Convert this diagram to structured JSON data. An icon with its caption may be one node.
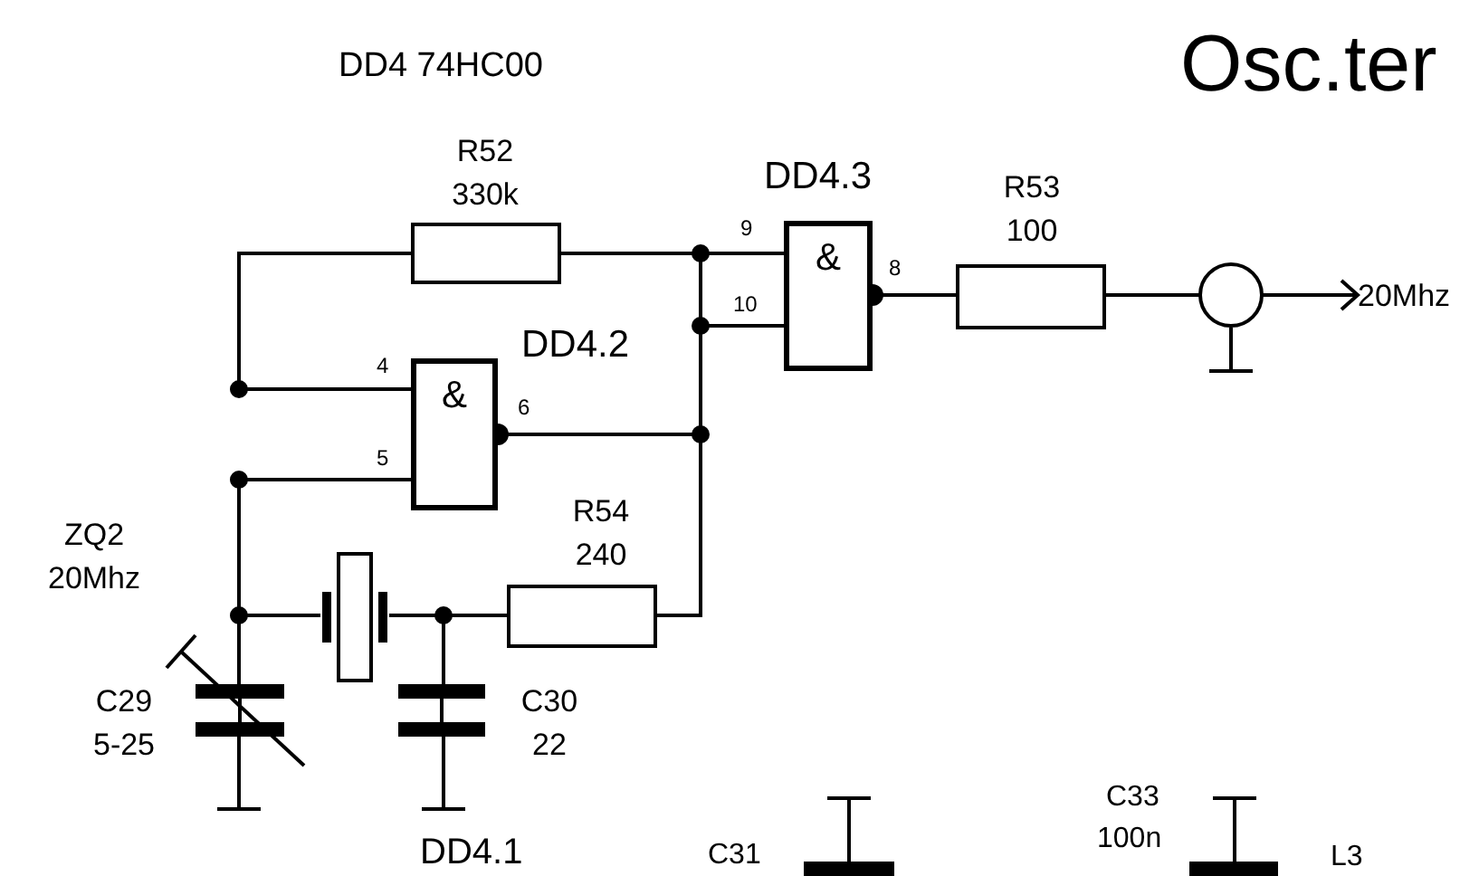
{
  "diagram": {
    "title": "Osc.ter",
    "nodes": [
      {
        "text": [],
        "shape": "box",
        "beside": [
          "R52 330k"
        ]
      },
      {
        "text": [
          "&"
        ],
        "beside": [
          "DD4.3"
        ]
      },
      {
        "text": [],
        "shape": "box",
        "beside": [
          "R53 100"
        ]
      },
      {
        "text": [],
        "shape": "circle"
      },
      {
        "text": [
          "20Mhz"
        ]
      },
      {
        "text": [
          "&"
        ],
        "beside": [
          "DD4.2"
        ]
      },
      {
        "text": [],
        "shape": "box",
        "beside": [
          "R54 240"
        ]
      },
      {
        "text": [],
        "shape": "crystal"
      },
      {
        "text": [],
        "shape": "capacitor",
        "beside": [
          "C29 5-25"
        ]
      },
      {
        "text": [],
        "shape": "capacitor",
        "beside": [
          "C30 22"
        ]
      }
    ],
    "edges": [
      {
        "from": 0,
        "to": 1,
        "arrow": "none"
      },
      {
        "from": 5,
        "to": 1,
        "arrow": "other"
      },
      {
        "from": 6,
        "to": 1,
        "arrow": "none"
      },
      {
        "from": 0,
        "to": 5,
        "arrow": "none"
      },
      {
        "from": 5,
        "to": 7,
        "arrow": "none"
      },
      {
        "from": 7,
        "to": 8,
        "arrow": "none"
      },
      {
        "from": 7,
        "to": 9,
        "arrow": "none"
      },
      {
        "from": 7,
        "to": 6,
        "arrow": "none"
      },
      {
        "from": 1,
        "to": 2,
        "arrow": "other"
      },
      {
        "from": 2,
        "to": 3,
        "arrow": "none"
      },
      {
        "from": 3,
        "to": 4,
        "arrow": "to"
      }
    ],
    "labels": [
      "DD4 74HC00",
      "9",
      "10",
      "8",
      "4",
      "6",
      "5",
      "ZQ2 20Mhz",
      "C31",
      "C33",
      "100n",
      "L3",
      "DD4.1"
    ]
  }
}
